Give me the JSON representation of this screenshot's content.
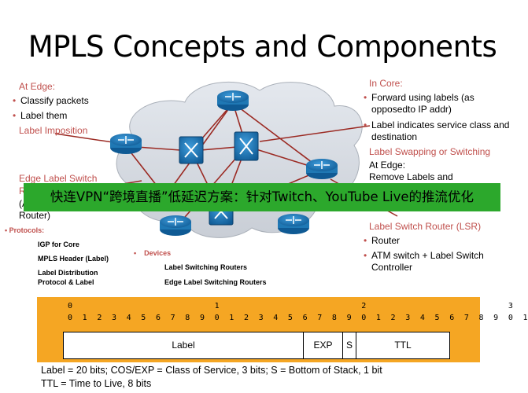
{
  "title": "MPLS Concepts and Components",
  "edge": {
    "heading": "At Edge:",
    "items": [
      "Classify packets",
      "Label them"
    ],
    "sub": "Label Imposition"
  },
  "core": {
    "heading": "In Core:",
    "items": [
      "Forward using labels (as opposedto IP addr)",
      "Label indicates service class and destination"
    ],
    "sub": "Label Swapping or Switching"
  },
  "edge_right": {
    "heading": "At Edge:",
    "line2": "Remove Labels and"
  },
  "elsr": {
    "line1": "Edge Label Switch",
    "line2": "R",
    "line3": "(A",
    "line4": "Router)"
  },
  "lsr": {
    "heading": "Label Switch Router (LSR)",
    "items": [
      "Router",
      "ATM switch + Label Switch Controller"
    ]
  },
  "protocols": {
    "heading": "Protocols:",
    "items": [
      "IGP for Core",
      "MPLS Header (Label)",
      "Label Distribution Protocol & Label"
    ]
  },
  "devices": {
    "heading": "Devices",
    "items": [
      "Label Switching Routers",
      "Edge Label Switching Routers"
    ]
  },
  "banner": "快连VPN“跨境直播”低延迟方案：针对Twitch、YouTube Live的推流优化",
  "header_bits": {
    "tens": "0                             1                             2                             3",
    "ones": "0  1  2  3  4  5  6  7  8  9  0  1  2  3  4  5  6  7  8  9  0  1  2  3  4  5  6  7  8  9  0  1",
    "fields": [
      "Label",
      "EXP",
      "S",
      "TTL"
    ]
  },
  "notes": [
    "Label = 20 bits; COS/EXP = Class of Service, 3 bits; S = Bottom of Stack, 1 bit",
    "TTL = Time to Live, 8 bits"
  ],
  "colors": {
    "accent_red": "#c0504d",
    "router_blue": "#1f78b4",
    "banner_green": "#2ca82c",
    "header_orange": "#f5a623"
  }
}
